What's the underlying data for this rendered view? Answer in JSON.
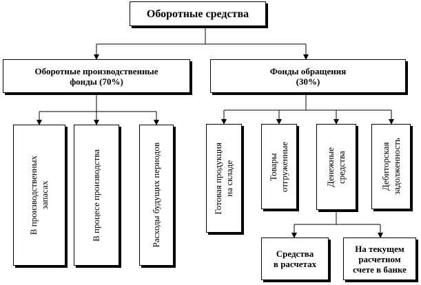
{
  "root": {
    "label": "Оборотные средства"
  },
  "production_funds": {
    "label": "Оборотные производственные\nфонды (70%)",
    "children": [
      "В производственных\nзапасах",
      "В процесе производства",
      "Расходы будущих периодов"
    ]
  },
  "circulation_funds": {
    "label": "Фонды обращения\n(30%)",
    "children": [
      "Готовая продукция\nна складе",
      "Товары\nотгруженные",
      "Денежные\nсредства",
      "Дебиторская\nзадолженность"
    ]
  },
  "cash": {
    "children": [
      "Средства\nв расчетах",
      "На текущем\nрасчетном\nсчете в банке"
    ]
  }
}
